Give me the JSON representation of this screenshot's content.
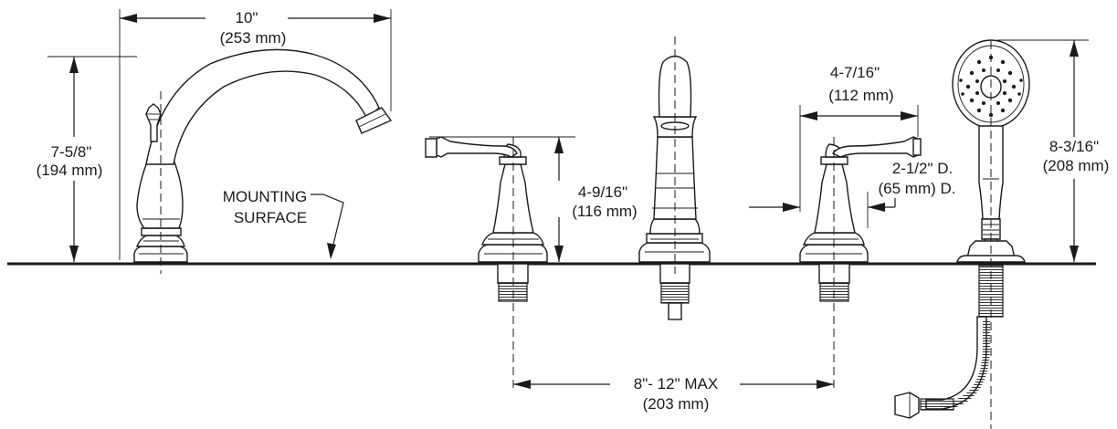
{
  "dimensions": {
    "spout_width": {
      "imperial": "10\"",
      "metric": "(253 mm)"
    },
    "spout_height": {
      "imperial": "7-5/8\"",
      "metric": "(194 mm)"
    },
    "handle_height": {
      "imperial": "4-9/16\"",
      "metric": "(116 mm)"
    },
    "handle_reach": {
      "imperial": "4-7/16\"",
      "metric": "(112 mm)"
    },
    "base_diameter": {
      "imperial": "2-1/2\" D.",
      "metric": "(65 mm) D."
    },
    "handshower_height": {
      "imperial": "8-3/16\"",
      "metric": "(208 mm)"
    },
    "centers": {
      "imperial": "8\"- 12\" MAX",
      "metric": "(203 mm)"
    }
  },
  "labels": {
    "mounting_line1": "MOUNTING",
    "mounting_line2": "SURFACE"
  }
}
